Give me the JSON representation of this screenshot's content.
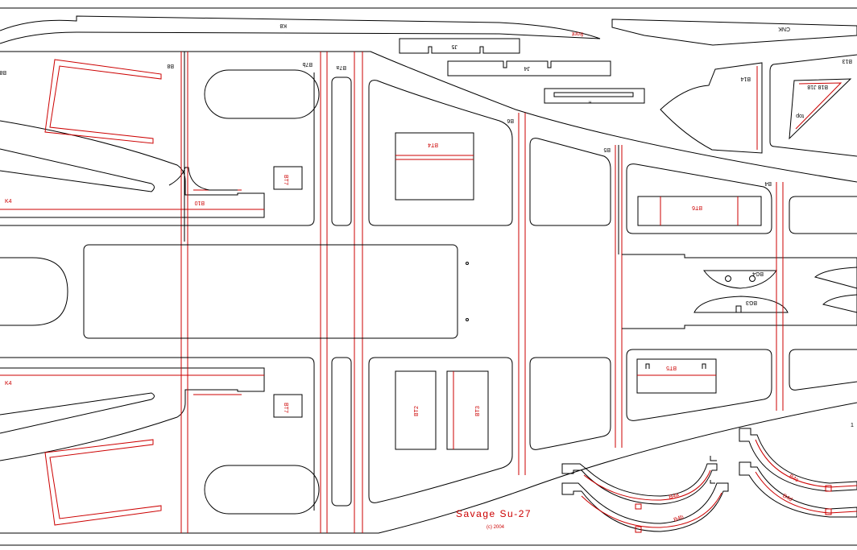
{
  "title": "Savage Su-27",
  "copyright": "(c) 2004",
  "colors": {
    "cut_line": "#000000",
    "reference_line": "#cc0000",
    "background": "#ffffff"
  },
  "labels": {
    "k8": "K8",
    "cnk": "CNK",
    "front": "front",
    "j5": "J5",
    "j4": "J4",
    "b8": "B8",
    "b8_left": "B8",
    "b7b": "B7b",
    "b7a": "B7a",
    "b6": "B6",
    "b5": "B5",
    "b4": "B4",
    "b14": "B14",
    "b13": "B13",
    "b18_j18": "B18 J18",
    "top": "top",
    "k4_top": "K4",
    "k4_bottom": "K4",
    "b10": "B10",
    "bt7_top": "BT7",
    "bt7_bottom": "BT7",
    "bt4": "BT4",
    "bt6": "BT6",
    "bt5": "BT5",
    "bt2": "BT2",
    "bt3": "BT3",
    "bg4": "BG4",
    "bg3": "BG3",
    "ring_a": "B4a",
    "ring_b": "B4b",
    "ring_c": "B4c",
    "ring_d": "B4d",
    "edge_mark": "1"
  }
}
